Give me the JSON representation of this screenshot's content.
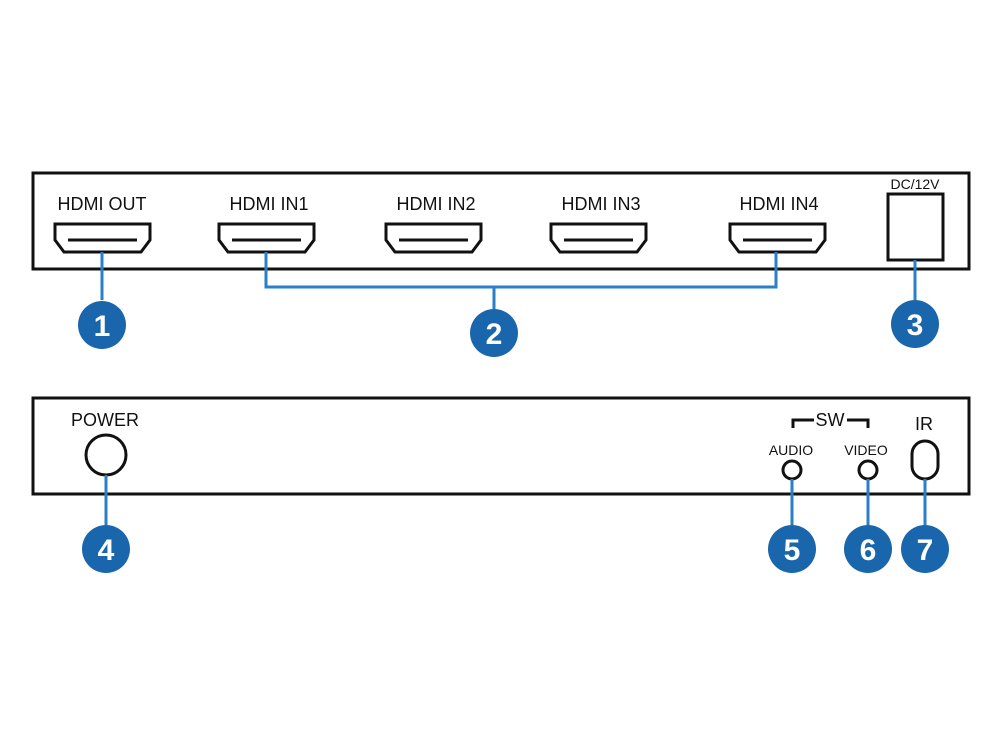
{
  "colors": {
    "panel_stroke": "#111111",
    "callout": "#1a66ad",
    "callout_line": "#2a7fc9"
  },
  "rear_panel": {
    "hdmi_out": "HDMI OUT",
    "hdmi_in1": "HDMI IN1",
    "hdmi_in2": "HDMI IN2",
    "hdmi_in3": "HDMI IN3",
    "hdmi_in4": "HDMI IN4",
    "dc": "DC/12V"
  },
  "front_panel": {
    "power": "POWER",
    "sw": "SW",
    "audio": "AUDIO",
    "video": "VIDEO",
    "ir": "IR"
  },
  "callouts": [
    "1",
    "2",
    "3",
    "4",
    "5",
    "6",
    "7"
  ]
}
